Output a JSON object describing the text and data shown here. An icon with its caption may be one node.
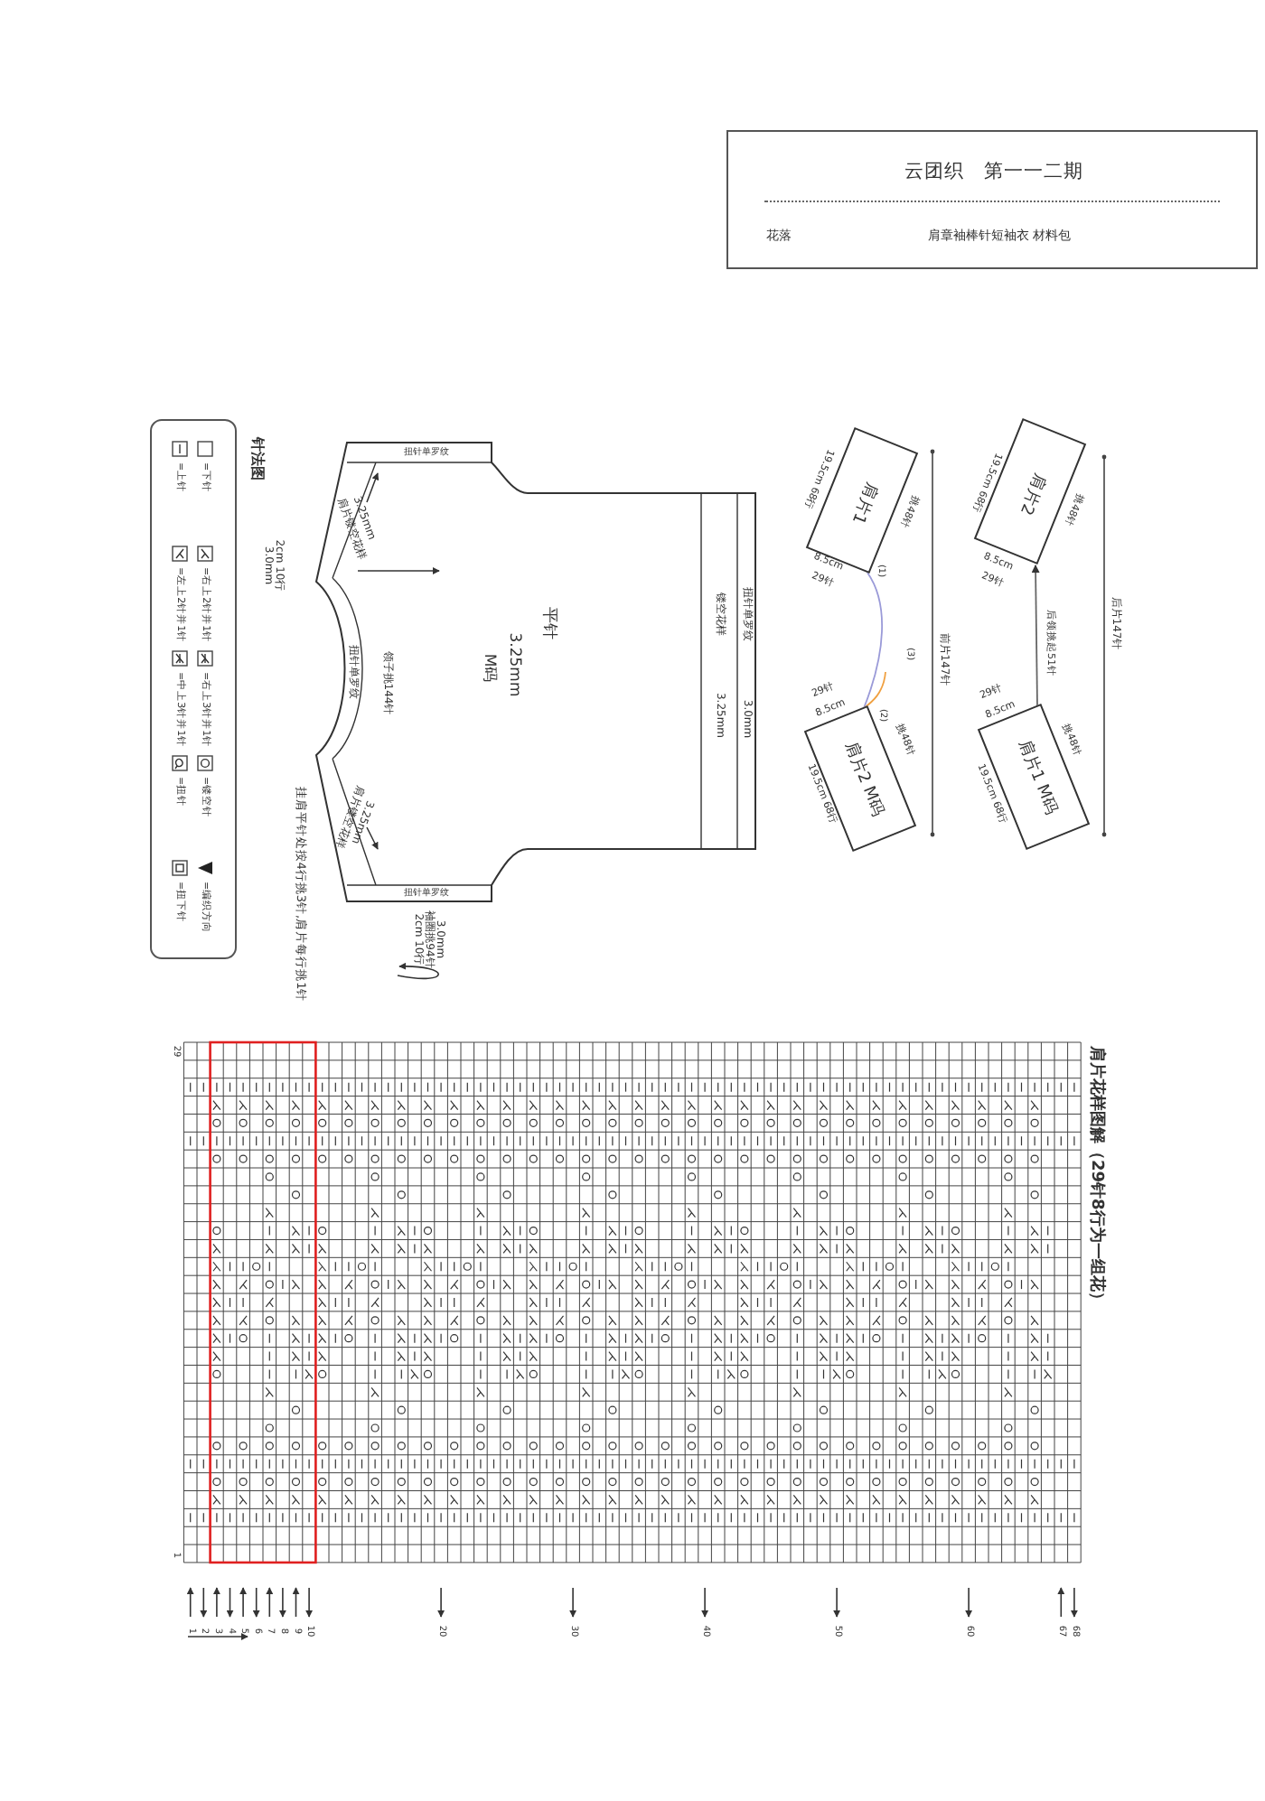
{
  "diagram": {
    "nodes": [
      {
        "text": [
          "云团织　第一一二期",
          "花落",
          "肩章袖棒针短袖衣 材料包"
        ]
      },
      {
        "text": [
          "针法图"
        ]
      },
      {
        "text": [
          "平针",
          "3.25mm",
          "M码"
        ]
      },
      {
        "text": [
          "肩片1"
        ]
      },
      {
        "text": [
          "肩片2 M码"
        ]
      },
      {
        "text": [
          "肩片2"
        ]
      },
      {
        "text": [
          "肩片1 M码"
        ]
      },
      {
        "text": [
          "肩片花样图解（29针8行为一组花）"
        ]
      }
    ],
    "edges": [
      {
        "from": 3,
        "to": 4,
        "arrow": "none",
        "color": "#9a9ad8"
      },
      {
        "from": null,
        "to": 4,
        "arrow": "none",
        "color": "#f0a040"
      },
      {
        "from": 6,
        "to": 5,
        "arrow": "to",
        "label": "后领挑起51针",
        "color": "#666666"
      }
    ],
    "labels": [
      "3.0mm",
      "2cm 10行",
      "扭针单罗纹",
      "3.25mm",
      "肩片镂空花样",
      "扭针单罗纹",
      "领子挑144针",
      "扭针单罗纹",
      "3.0mm",
      "镂空花样",
      "3.25mm",
      "3.25mm",
      "肩片镂空花样",
      "扭针单罗纹",
      "挂肩平针处按4行挑3针,肩片每行挑1针",
      "2cm 10行",
      "袖圈挑94针",
      "3.0mm",
      "19.5cm 68行",
      "挑48针",
      "8.5cm",
      "29针",
      "(1)",
      "(3)",
      "(2)",
      "前片147针",
      "29针",
      "8.5cm",
      "挑48针",
      "19.5cm 68行",
      "19.5cm 68行",
      "挑48针",
      "8.5cm",
      "29针",
      "后片147针",
      "29针",
      "8.5cm",
      "挑48针",
      "19.5cm 68行",
      "29",
      "1",
      "1",
      "2",
      "3",
      "4",
      "5",
      "6",
      "7",
      "8",
      "9",
      "10",
      "20",
      "30",
      "40",
      "50",
      "60",
      "67",
      "68"
    ],
    "legend": [
      {
        "text": "=下针"
      },
      {
        "text": "=上针"
      },
      {
        "text": "=右上2针并1针"
      },
      {
        "text": "=左上2针并1针"
      },
      {
        "text": "=右上3针并1针"
      },
      {
        "text": "=中上3针并1针"
      },
      {
        "text": "=镂空针"
      },
      {
        "text": "=扭针"
      },
      {
        "text": "=编织方向"
      },
      {
        "text": "=扭下针"
      }
    ]
  }
}
